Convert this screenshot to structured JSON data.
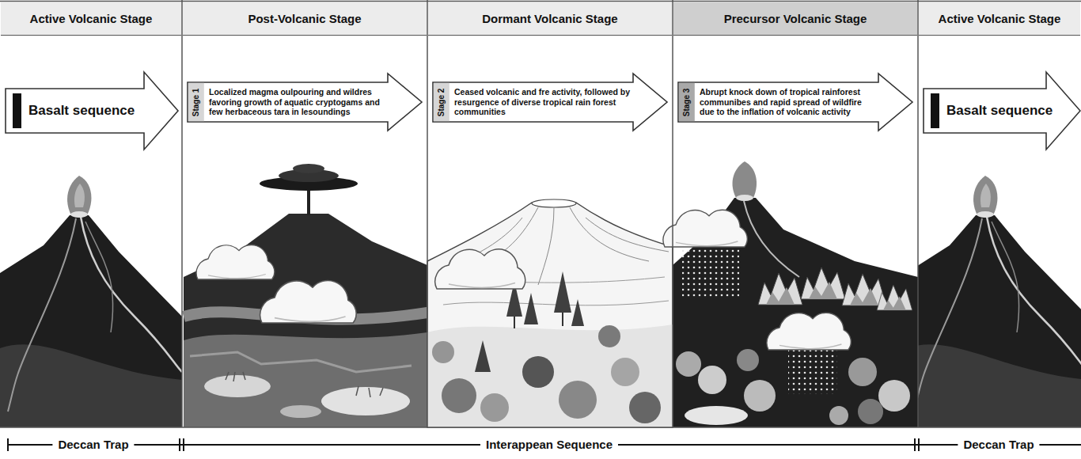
{
  "diagram": {
    "nodes": [
      {
        "text": [
          "Active Volcanic Stage"
        ]
      },
      {
        "text": [
          "Basalt sequence"
        ],
        "in": 0
      },
      {
        "text": [
          "Post-Volcanic Stage"
        ]
      },
      {
        "text": [
          "Stage 1",
          "Localized magma oulpouring and wildres favoring growth of aquatic cryptogams and few herbaceous tara in lesoundings"
        ],
        "in": 2
      },
      {
        "text": [
          "Dormant Volcanic Stage"
        ]
      },
      {
        "text": [
          "Stage 2",
          "Ceased volcanic and fre activity, followed by resurgence of diverse tropical rain forest communities"
        ],
        "in": 4
      },
      {
        "text": [
          "Precursor Volcanic Stage"
        ]
      },
      {
        "text": [
          "Stage 3",
          "Abrupt knock down of tropical rainforest communibes and rapid spread of wildfire due to the inflation of volcanic activity"
        ],
        "in": 6
      },
      {
        "text": [
          "Active Volcanic Stage"
        ]
      },
      {
        "text": [
          "Basalt sequence"
        ],
        "in": 8
      }
    ],
    "labels": [
      "Deccan Trap",
      "Interappean Sequence",
      "Deccan Trap"
    ]
  }
}
